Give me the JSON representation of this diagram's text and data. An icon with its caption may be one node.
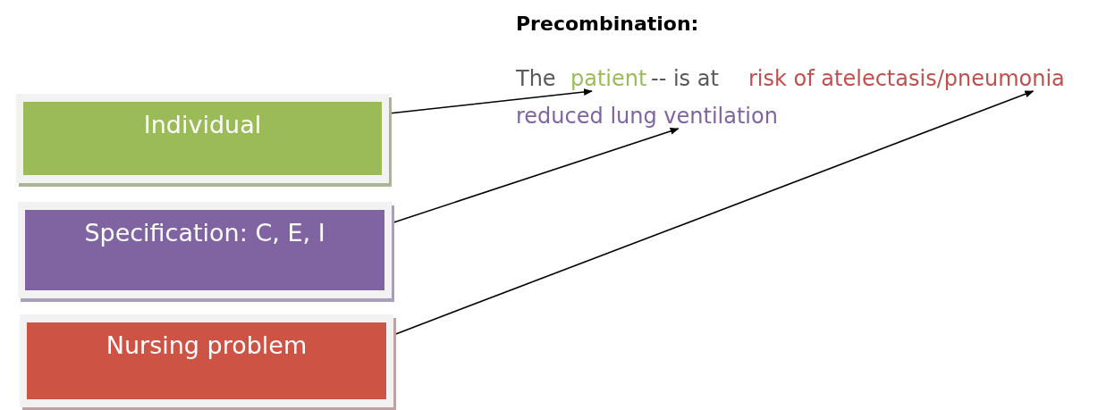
{
  "diagram": {
    "title": "Precombination:",
    "nodes": [
      {
        "text": [
          "Individual"
        ]
      },
      {
        "text": [
          "Specification: C, E, I"
        ]
      },
      {
        "text": [
          "Nursing problem"
        ]
      },
      {
        "text": [
          "patient"
        ]
      },
      {
        "text": [
          "risk of atelectasis/pneumonia"
        ]
      },
      {
        "text": [
          "reduced lung ventilation"
        ]
      }
    ],
    "edges": [
      {
        "from": 0,
        "to": 3,
        "arrow": "to"
      },
      {
        "from": 1,
        "to": 5,
        "arrow": "to"
      },
      {
        "from": 2,
        "to": 4,
        "arrow": "to"
      }
    ],
    "labels": [
      "The",
      "-- is at"
    ]
  }
}
